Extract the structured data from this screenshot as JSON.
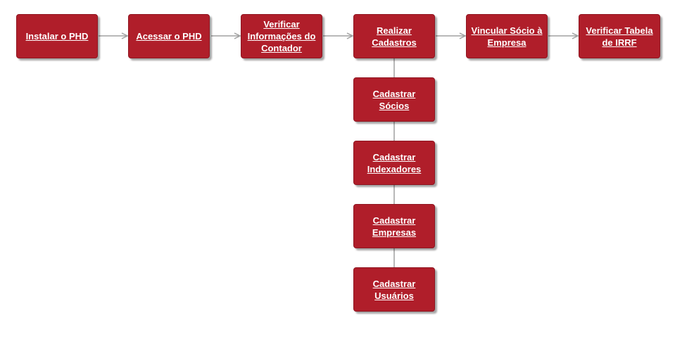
{
  "colors": {
    "box_fill": "#b01e2a",
    "box_text": "#ffffff",
    "connector": "#a0a0a0"
  },
  "steps": {
    "instalar": "Instalar o PHD",
    "acessar": "Acessar o PHD",
    "verificar_contador": "Verificar\nInformações do\nContador",
    "realizar_cadastros": "Realizar\nCadastros",
    "vincular_socio": "Vincular Sócio à\nEmpresa",
    "verificar_irrf": "Verificar Tabela\nde IRRF"
  },
  "substeps": {
    "cadastrar_socios": "Cadastrar\nSócios",
    "cadastrar_indexadores": "Cadastrar\nIndexadores",
    "cadastrar_empresas": "Cadastrar\nEmpresas",
    "cadastrar_usuarios": "Cadastrar\nUsuários"
  }
}
